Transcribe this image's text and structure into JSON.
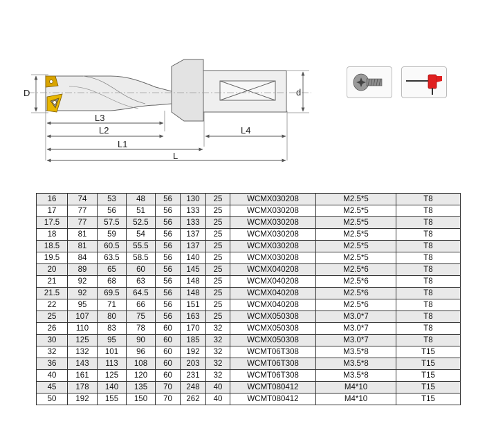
{
  "drawing": {
    "labels": {
      "D": "D",
      "d": "d",
      "L": "L",
      "L1": "L1",
      "L2": "L2",
      "L3": "L3",
      "L4": "L4"
    }
  },
  "accessories": [
    {
      "name": "screw",
      "icon": "torx-screw-icon"
    },
    {
      "name": "wrench",
      "icon": "torx-wrench-icon",
      "accent": "#e02020"
    }
  ],
  "colors": {
    "insert": "#d9a400",
    "pocket": "#e8b600",
    "row_alt": "#e9e9e9"
  },
  "table": {
    "rows": [
      [
        "16",
        "74",
        "53",
        "48",
        "56",
        "130",
        "25",
        "WCMX030208",
        "M2.5*5",
        "T8"
      ],
      [
        "17",
        "77",
        "56",
        "51",
        "56",
        "133",
        "25",
        "WCMX030208",
        "M2.5*5",
        "T8"
      ],
      [
        "17.5",
        "77",
        "57.5",
        "52.5",
        "56",
        "133",
        "25",
        "WCMX030208",
        "M2.5*5",
        "T8"
      ],
      [
        "18",
        "81",
        "59",
        "54",
        "56",
        "137",
        "25",
        "WCMX030208",
        "M2.5*5",
        "T8"
      ],
      [
        "18.5",
        "81",
        "60.5",
        "55.5",
        "56",
        "137",
        "25",
        "WCMX030208",
        "M2.5*5",
        "T8"
      ],
      [
        "19.5",
        "84",
        "63.5",
        "58.5",
        "56",
        "140",
        "25",
        "WCMX030208",
        "M2.5*5",
        "T8"
      ],
      [
        "20",
        "89",
        "65",
        "60",
        "56",
        "145",
        "25",
        "WCMX040208",
        "M2.5*6",
        "T8"
      ],
      [
        "21",
        "92",
        "68",
        "63",
        "56",
        "148",
        "25",
        "WCMX040208",
        "M2.5*6",
        "T8"
      ],
      [
        "21.5",
        "92",
        "69.5",
        "64.5",
        "56",
        "148",
        "25",
        "WCMX040208",
        "M2.5*6",
        "T8"
      ],
      [
        "22",
        "95",
        "71",
        "66",
        "56",
        "151",
        "25",
        "WCMX040208",
        "M2.5*6",
        "T8"
      ],
      [
        "25",
        "107",
        "80",
        "75",
        "56",
        "163",
        "25",
        "WCMX050308",
        "M3.0*7",
        "T8"
      ],
      [
        "26",
        "110",
        "83",
        "78",
        "60",
        "170",
        "32",
        "WCMX050308",
        "M3.0*7",
        "T8"
      ],
      [
        "30",
        "125",
        "95",
        "90",
        "60",
        "185",
        "32",
        "WCMX050308",
        "M3.0*7",
        "T8"
      ],
      [
        "32",
        "132",
        "101",
        "96",
        "60",
        "192",
        "32",
        "WCMT06T308",
        "M3.5*8",
        "T15"
      ],
      [
        "36",
        "143",
        "113",
        "108",
        "60",
        "203",
        "32",
        "WCMT06T308",
        "M3.5*8",
        "T15"
      ],
      [
        "40",
        "161",
        "125",
        "120",
        "60",
        "231",
        "32",
        "WCMT06T308",
        "M3.5*8",
        "T15"
      ],
      [
        "45",
        "178",
        "140",
        "135",
        "70",
        "248",
        "40",
        "WCMT080412",
        "M4*10",
        "T15"
      ],
      [
        "50",
        "192",
        "155",
        "150",
        "70",
        "262",
        "40",
        "WCMT080412",
        "M4*10",
        "T15"
      ]
    ]
  }
}
